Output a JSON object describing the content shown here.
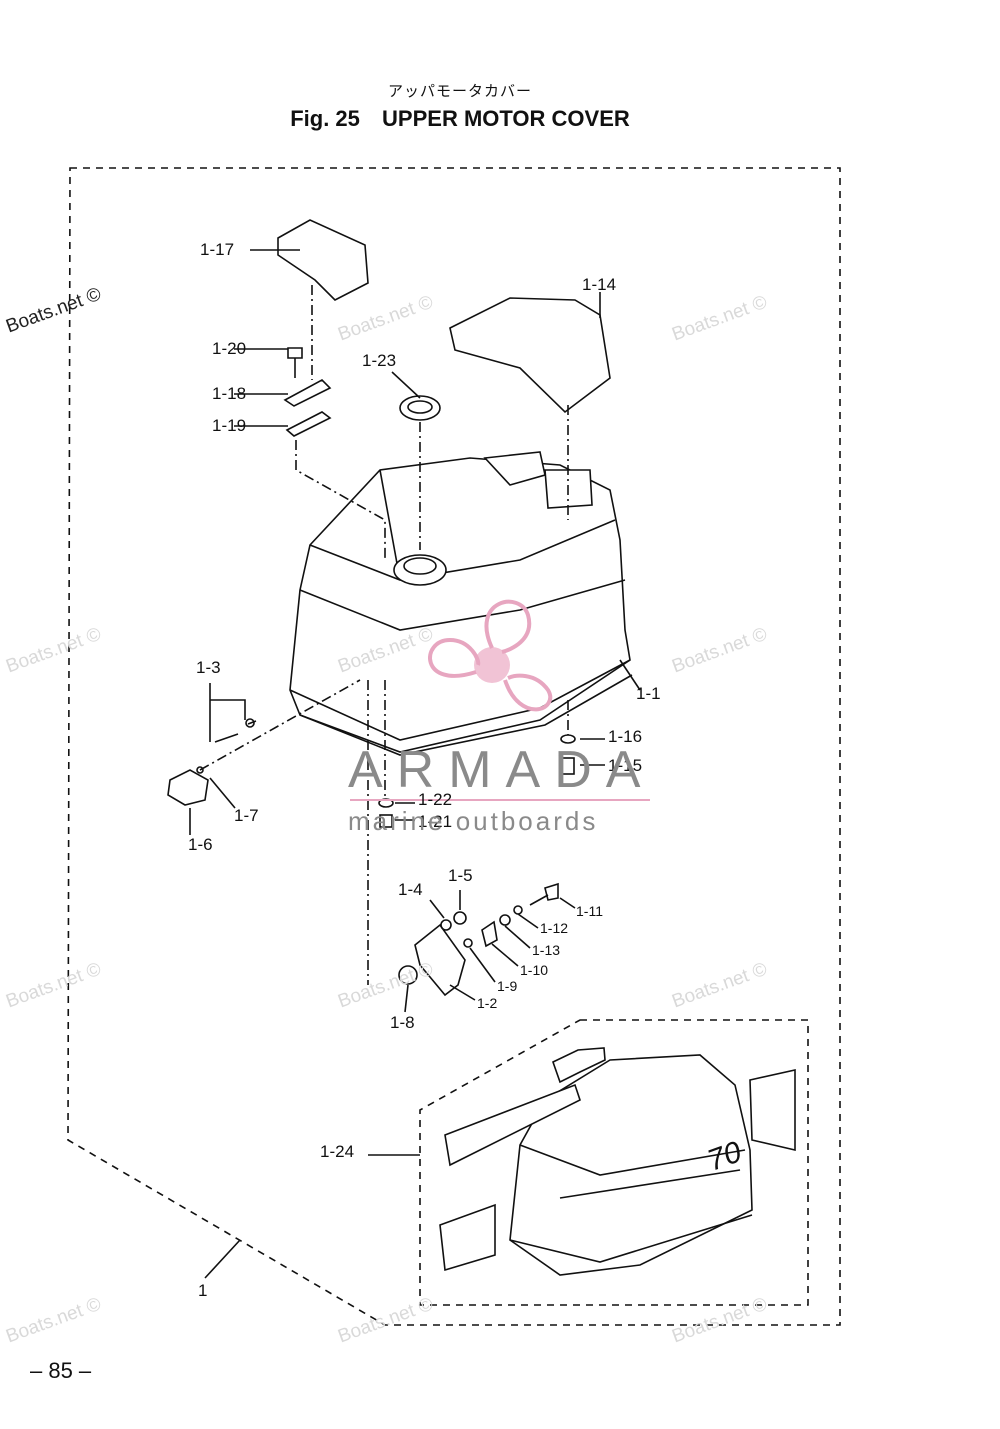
{
  "header": {
    "jp_title": "アッパモータカバー",
    "fig_number": "Fig. 25",
    "fig_title": "UPPER MOTOR COVER"
  },
  "watermarks": {
    "site": "Boats.net ©",
    "brand": "ARMADA",
    "brand_sub": "marine outboards"
  },
  "parts": [
    "1-17",
    "1-14",
    "1-20",
    "1-23",
    "1-18",
    "1-19",
    "1-1",
    "1-3",
    "1-16",
    "1-15",
    "1-22",
    "1-21",
    "1-7",
    "1-6",
    "1-5",
    "1-4",
    "1-11",
    "1-12",
    "1-13",
    "1-10",
    "1-9",
    "1-2",
    "1-8",
    "1-24",
    "1"
  ],
  "decal_text": "70",
  "footer": {
    "page": "– 85 –"
  },
  "colors": {
    "line": "#111111",
    "logo_pink": "#e7a6c0",
    "logo_gray": "#8a8a8a"
  }
}
